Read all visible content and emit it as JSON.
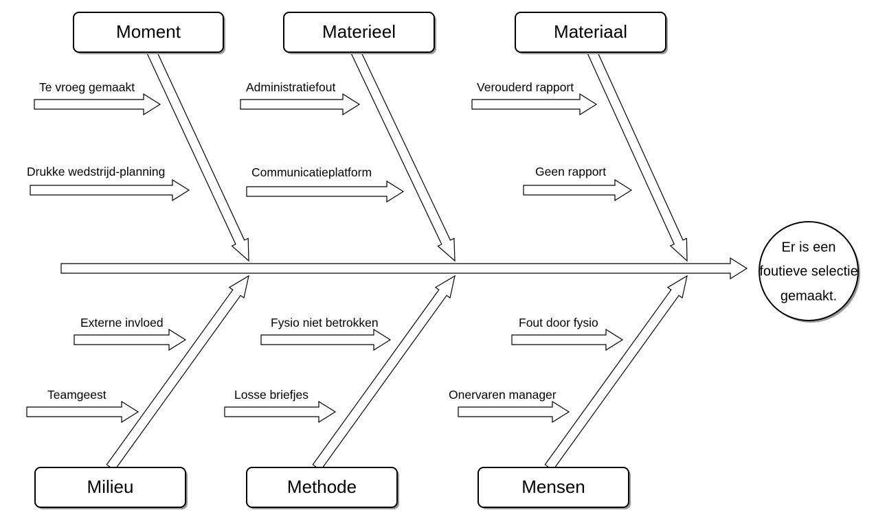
{
  "categories_top": [
    {
      "label": "Moment",
      "causes": [
        "Te vroeg gemaakt",
        "Drukke wedstrijd-planning"
      ]
    },
    {
      "label": "Materieel",
      "causes": [
        "Administratiefout",
        "Communicatieplatform"
      ]
    },
    {
      "label": "Materiaal",
      "causes": [
        "Verouderd rapport",
        "Geen rapport"
      ]
    }
  ],
  "categories_bottom": [
    {
      "label": "Milieu",
      "causes": [
        "Externe invloed",
        "Teamgeest"
      ]
    },
    {
      "label": "Methode",
      "causes": [
        "Fysio niet betrokken",
        "Losse briefjes"
      ]
    },
    {
      "label": "Mensen",
      "causes": [
        "Fout door fysio",
        "Onervaren manager"
      ]
    }
  ],
  "effect": {
    "lines": [
      "Er is een",
      "foutieve selectie",
      "gemaakt."
    ]
  }
}
